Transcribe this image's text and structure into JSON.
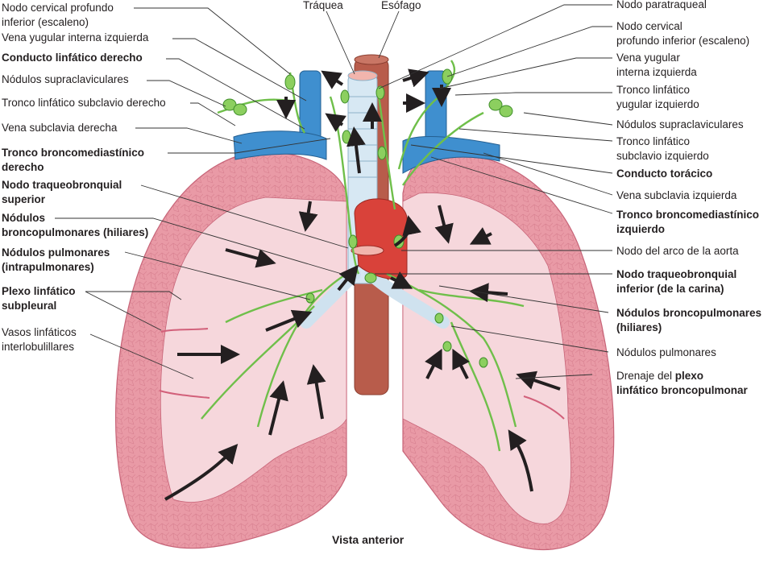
{
  "figure": {
    "caption": "Vista anterior",
    "colors": {
      "lung_outer": "#e99aa6",
      "lung_inner": "#f6d7dc",
      "lymph_green": "#6fbf4a",
      "vein_blue": "#3f8fcf",
      "aorta_red": "#d9423a",
      "esophagus": "#b85c4b",
      "trachea": "#d7e8f3",
      "arrow": "#231f20",
      "leader": "#333333"
    }
  },
  "top_labels": {
    "trachea": "Tráquea",
    "esophagus": "Esófago"
  },
  "left_labels": [
    {
      "lines": [
        "Nodo cervical profundo",
        "inferior (escaleno)"
      ],
      "bold": false
    },
    {
      "lines": [
        "Vena yugular interna izquierda"
      ],
      "bold": false
    },
    {
      "lines": [
        "Conducto linfático derecho"
      ],
      "bold": true
    },
    {
      "lines": [
        "Nódulos supraclaviculares"
      ],
      "bold": false
    },
    {
      "lines": [
        "Tronco linfático subclavio derecho"
      ],
      "bold": false
    },
    {
      "lines": [
        "Vena subclavia derecha"
      ],
      "bold": false
    },
    {
      "lines": [
        "Tronco broncomediastínico",
        "derecho"
      ],
      "bold": true
    },
    {
      "lines": [
        "Nodo traqueobronquial",
        "superior"
      ],
      "bold": true
    },
    {
      "lines": [
        "Nódulos",
        "broncopulmonares (hiliares)"
      ],
      "bold": true
    },
    {
      "lines": [
        "Nódulos pulmonares",
        "(intrapulmonares)"
      ],
      "bold": true
    },
    {
      "lines": [
        "Plexo linfático",
        "subpleural"
      ],
      "bold": true
    },
    {
      "lines": [
        "Vasos linfáticos",
        "interlobulillares"
      ],
      "bold": false
    }
  ],
  "right_labels": [
    {
      "lines": [
        "Nodo paratraqueal"
      ],
      "bold": false
    },
    {
      "lines": [
        "Nodo cervical",
        "profundo inferior (escaleno)"
      ],
      "bold": false
    },
    {
      "lines": [
        "Vena yugular",
        "interna izquierda"
      ],
      "bold": false
    },
    {
      "lines": [
        "Tronco linfático",
        "yugular izquierdo"
      ],
      "bold": false
    },
    {
      "lines": [
        "Nódulos supraclaviculares"
      ],
      "bold": false
    },
    {
      "lines": [
        "Tronco linfático",
        "subclavio izquierdo"
      ],
      "bold": false
    },
    {
      "lines": [
        "Conducto torácico"
      ],
      "bold": true
    },
    {
      "lines": [
        "Vena subclavia izquierda"
      ],
      "bold": false
    },
    {
      "lines": [
        "Tronco broncomediastínico",
        "izquierdo"
      ],
      "bold": true
    },
    {
      "lines": [
        "Nodo del arco de la aorta"
      ],
      "bold": false
    },
    {
      "lines": [
        "Nodo traqueobronquial",
        "inferior (de la carina)"
      ],
      "bold": true
    },
    {
      "lines": [
        "Nódulos broncopulmonares",
        "(hiliares)"
      ],
      "bold": true
    },
    {
      "lines": [
        "Nódulos pulmonares"
      ],
      "bold": false
    }
  ],
  "drainage_label": {
    "prefix": "Drenaje del ",
    "bold1": "plexo",
    "line2": "linfático broncopulmonar"
  }
}
